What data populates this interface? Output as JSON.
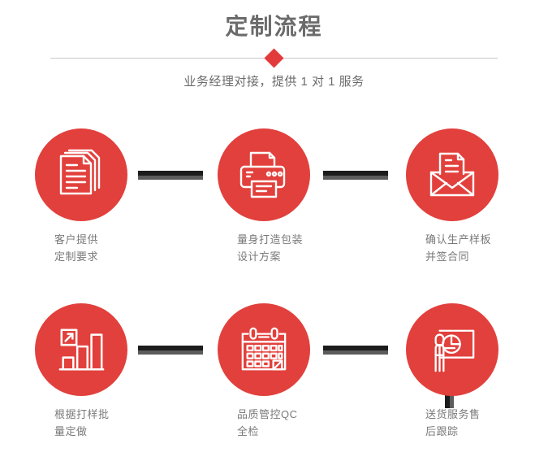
{
  "header": {
    "title": "定制流程",
    "subtitle": "业务经理对接，提供 1 对 1 服务",
    "divider_icon": "diamond-icon",
    "accent_color": "#e23b3b",
    "title_color": "#6b6b6b"
  },
  "flow": {
    "circle_color": "#e2403c",
    "connector_dark_color": "#1c1c1c",
    "connector_gray_color": "#5c5c5c",
    "steps": [
      {
        "index": "1",
        "icon": "documents-icon",
        "label": "客户提供\n定制要求"
      },
      {
        "index": "2",
        "icon": "printer-icon",
        "label": "量身打造包装\n设计方案"
      },
      {
        "index": "3",
        "icon": "envelope-document-icon",
        "label": "确认生产样板\n并签合同"
      },
      {
        "index": "4",
        "icon": "bar-chart-growth-icon",
        "label": "根据打样批\n量定做"
      },
      {
        "index": "5",
        "icon": "calendar-icon",
        "label": "品质管控QC\n全检"
      },
      {
        "index": "6",
        "icon": "presenter-pie-chart-icon",
        "label": "送货服务售\n后跟踪"
      }
    ],
    "connectors": [
      {
        "name": "connector-step1-step2",
        "orientation": "horizontal"
      },
      {
        "name": "connector-step2-step3",
        "orientation": "horizontal"
      },
      {
        "name": "connector-step3-step6",
        "orientation": "vertical"
      },
      {
        "name": "connector-step4-step5",
        "orientation": "horizontal"
      },
      {
        "name": "connector-step5-step6",
        "orientation": "horizontal"
      }
    ]
  }
}
